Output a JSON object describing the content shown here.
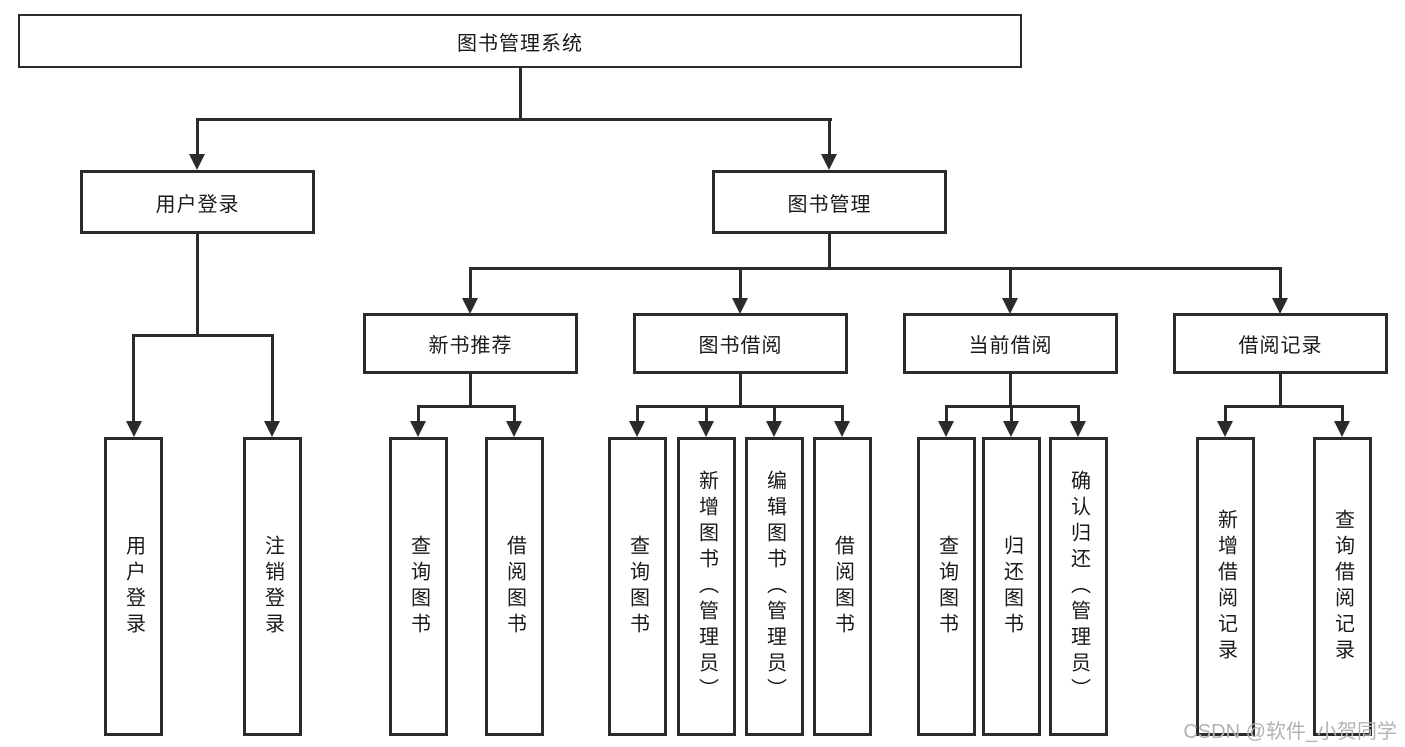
{
  "title": {
    "label": "图书管理系统"
  },
  "level2": [
    {
      "label": "用户登录"
    },
    {
      "label": "图书管理"
    }
  ],
  "level3": [
    {
      "label": "新书推荐"
    },
    {
      "label": "图书借阅"
    },
    {
      "label": "当前借阅"
    },
    {
      "label": "借阅记录"
    }
  ],
  "leaves": {
    "user_login": [
      "用户登录",
      "注销登录"
    ],
    "new_book": [
      "查询图书",
      "借阅图书"
    ],
    "book_borrow": [
      "查询图书",
      "新增图书（管理员）",
      "编辑图书（管理员）",
      "借阅图书"
    ],
    "current_borrow": [
      "查询图书",
      "归还图书",
      "确认归还（管理员）"
    ],
    "borrow_record": [
      "新增借阅记录",
      "查询借阅记录"
    ]
  },
  "watermark": "CSDN @软件_小贺同学",
  "colors": {
    "line": "#2b2b2b",
    "text": "#1a1a1a",
    "watermark": "#b3b3b3",
    "background": "#ffffff"
  }
}
